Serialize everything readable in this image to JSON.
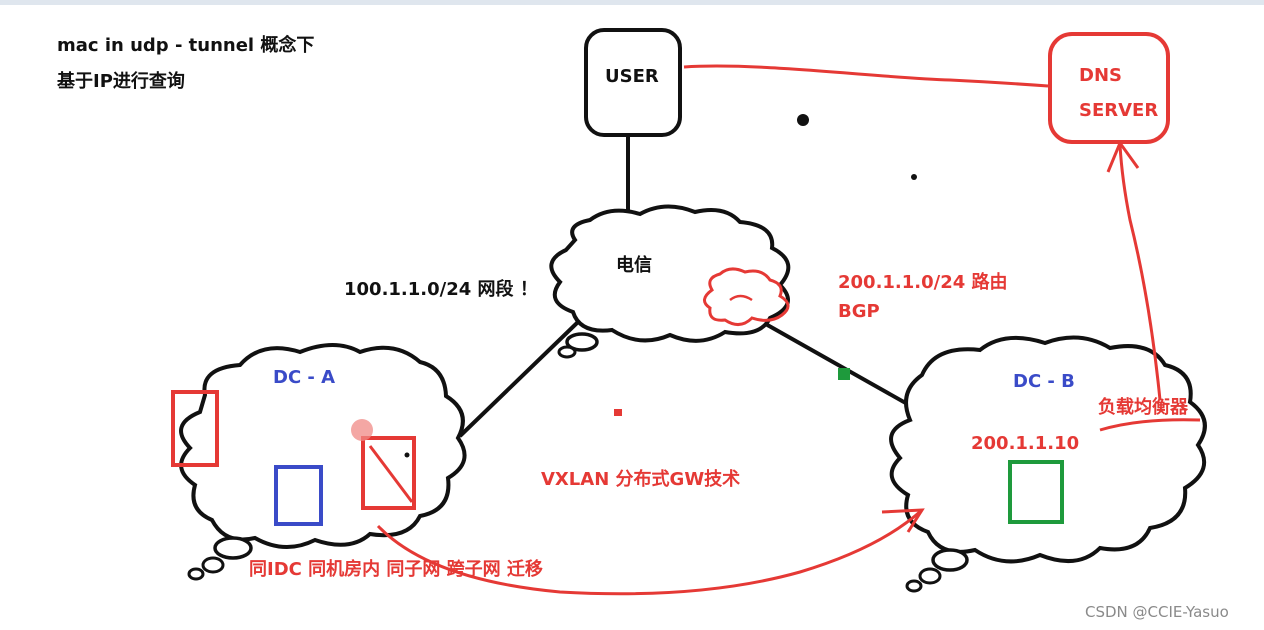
{
  "notes": {
    "line1": "mac in udp - tunnel 概念下",
    "line2": "基于IP进行查询"
  },
  "nodes": {
    "user": "USER",
    "dns_line1": "DNS",
    "dns_line2": "SERVER",
    "telecom": "电信",
    "dc_a": "DC - A",
    "dc_b": "DC - B",
    "dc_b_ip": "200.1.1.10",
    "load_balancer": "负载均衡器"
  },
  "labels": {
    "subnet_a": "100.1.1.0/24 网段 ！",
    "route_b_line1": "200.1.1.0/24  路由",
    "route_b_line2": "BGP",
    "vxlan": "VXLAN 分布式GW技术",
    "migration": "同IDC 同机房内 同子网 跨子网 迁移"
  },
  "watermark": "CSDN @CCIE-Yasuo",
  "colors": {
    "ink": "#111111",
    "red": "#e53935",
    "blue": "#3a4bc8",
    "green": "#1e9a3c"
  }
}
